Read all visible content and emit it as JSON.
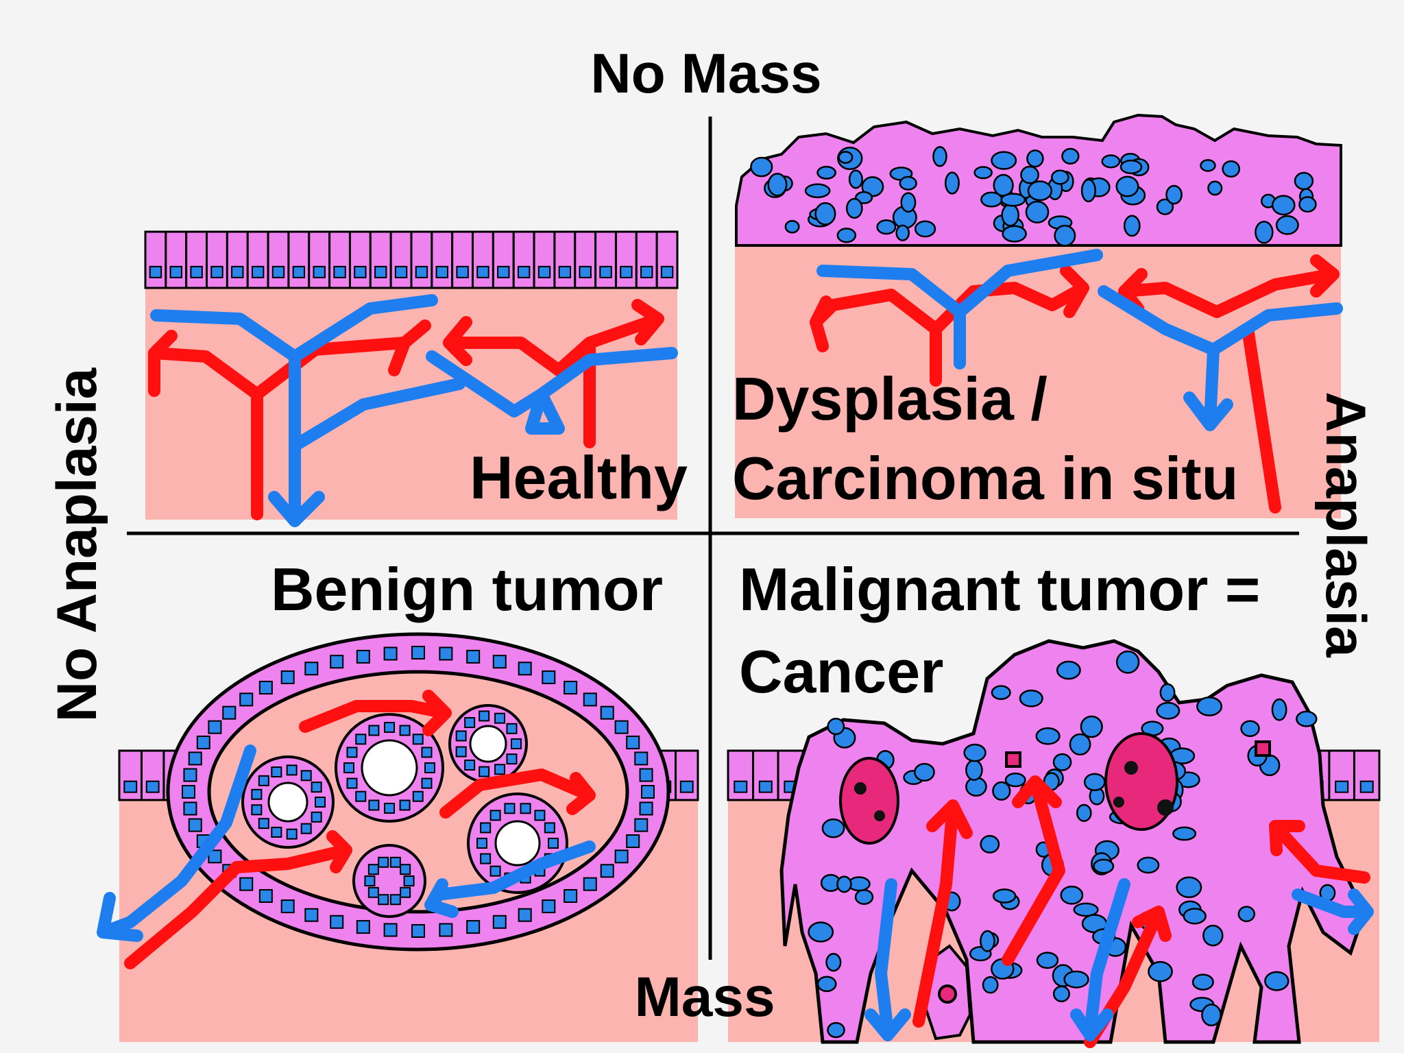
{
  "axes": {
    "top": "No Mass",
    "bottom": "Mass",
    "left": "No Anaplasia",
    "right": "Anaplasia"
  },
  "quadrants": {
    "healthy": {
      "label": "Healthy"
    },
    "dysplasia": {
      "line1": "Dysplasia /",
      "line2": "Carcinoma in situ"
    },
    "benign": {
      "label": "Benign  tumor"
    },
    "malignant": {
      "line1": "Malignant tumor =",
      "line2": "Cancer"
    }
  },
  "colors": {
    "background": "#f4f4f4",
    "stroma": "#fbb4b0",
    "cell": "#ee82ee",
    "nucleus": "#2a86e8",
    "dark_nucleus": "#e8287a",
    "artery": "#ff1010",
    "vein": "#1e7ef0",
    "outline": "#000000"
  }
}
